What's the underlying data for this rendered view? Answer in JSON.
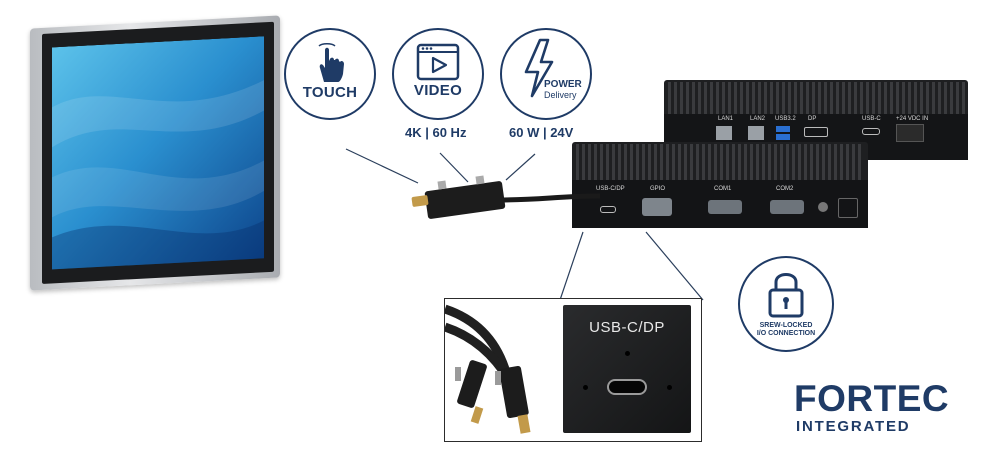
{
  "features": [
    {
      "label": "TOUCH",
      "icon": "touch-hand-icon"
    },
    {
      "label": "VIDEO",
      "icon": "video-play-icon",
      "spec": "4K | 60 Hz"
    },
    {
      "label": "POWER",
      "sublabel": "Delivery",
      "icon": "lightning-bolt-icon",
      "spec": "60 W | 24V"
    }
  ],
  "rear_box_ports": [
    "LAN1",
    "LAN2",
    "USB3.2",
    "DP",
    "USB-C",
    "+24 VDC IN"
  ],
  "front_box_ports": [
    "USB-C/DP",
    "GPIO",
    "COM1",
    "COM2"
  ],
  "inset": {
    "title": "USB-C/DP"
  },
  "lock": {
    "line1": "SREW-LOCKED",
    "line2": "I/O CONNECTION",
    "icon": "padlock-icon"
  },
  "logo": {
    "main": "FORTEC",
    "sub": "INTEGRATED"
  },
  "colors": {
    "brand": "#1f3b66",
    "screen": "#2a8fcf"
  }
}
